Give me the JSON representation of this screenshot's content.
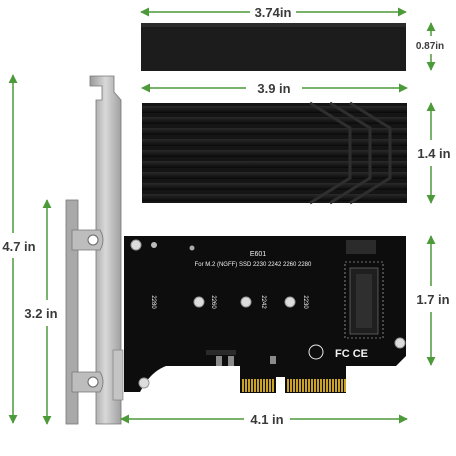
{
  "dimensions": {
    "pad_width": "3.74in",
    "pad_thickness": "0.87in",
    "heatsink_width": "3.9 in",
    "heatsink_height": "1.4 in",
    "bracket_height_full": "4.7 in",
    "bracket_height_low": "3.2 in",
    "card_height": "1.7 in",
    "card_width": "4.1 in"
  },
  "card": {
    "model": "E601",
    "subtitle": "For M.2 (NGFF) SSD 2230 2242 2260 2280",
    "slot_labels": [
      "2280",
      "2260",
      "2242",
      "2230"
    ],
    "cert_marks": "FC CE"
  },
  "colors": {
    "pcb": "#0d0d0d",
    "heatsink": "#151515",
    "thermal_pad": "#1c1c1c",
    "bracket": "#b8b8b8",
    "gold_fingers": "#c9a227",
    "dimension_line": "#4d9a3a"
  }
}
